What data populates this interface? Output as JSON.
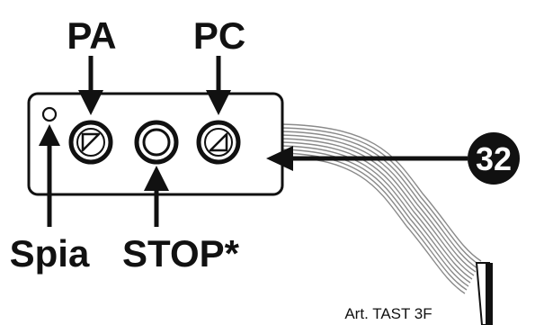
{
  "labels": {
    "pa": "PA",
    "pc": "PC",
    "spia": "Spia",
    "stop": "STOP*",
    "article": "Art. TAST 3F"
  },
  "callout": {
    "number": "32",
    "color": "#111111"
  },
  "icons": {
    "pa_button": "open-triangle-icon",
    "stop_button": "stop-circle-icon",
    "pc_button": "close-triangle-icon",
    "spia_led": "indicator-led-icon"
  }
}
